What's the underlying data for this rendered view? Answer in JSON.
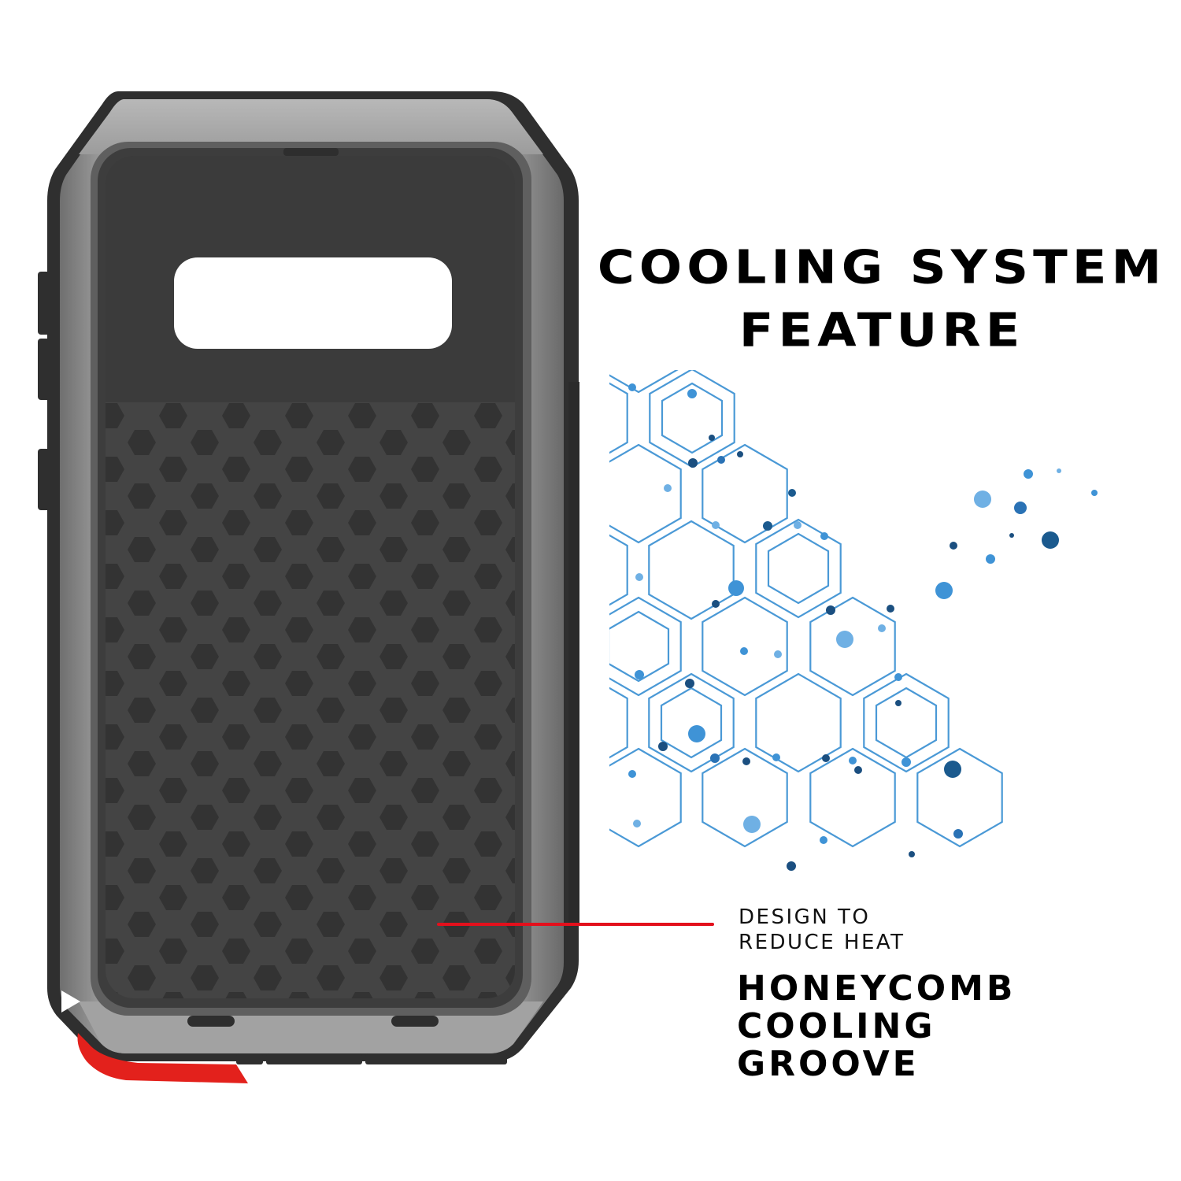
{
  "headline": {
    "line1": "COOLING SYSTEM",
    "line2": "FEATURE"
  },
  "callout": {
    "subtext_line1": "DESIGN TO",
    "subtext_line2": "REDUCE HEAT",
    "feature_line1": "HONEYCOMB",
    "feature_line2": "COOLING",
    "feature_line3": "GROOVE",
    "leader_color": "#e3101c"
  },
  "product": {
    "description": "rugged metal phone case rear view with honeycomb back panel",
    "frame_color": "#8e8e8e",
    "bumper_color": "#2f2f2f",
    "back_panel_color": "#3a3a3a",
    "accent_color": "#e3211c",
    "icons": [
      "camera-cutout",
      "speaker-slot-left",
      "speaker-slot-right",
      "play-triangle-icon",
      "side-buttons"
    ]
  },
  "graphic": {
    "name": "molecular-hexagon-network",
    "colors": [
      "#3f93d6",
      "#6fb0e4",
      "#1b5a8e",
      "#2a72b5"
    ]
  }
}
